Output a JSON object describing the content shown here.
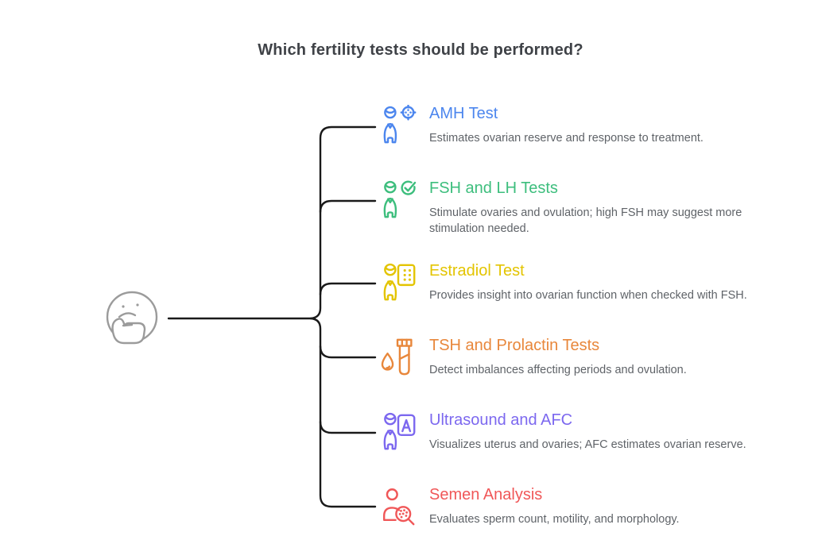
{
  "title": "Which fertility tests should be performed?",
  "root": {
    "icon": "thinking-face-icon",
    "color": "#9b9b9b"
  },
  "connector_color": "#1a1a1a",
  "items": [
    {
      "label": "AMH Test",
      "description": "Estimates ovarian reserve and response to treatment.",
      "color": "#4c86ee",
      "icon": "person-target-icon"
    },
    {
      "label": "FSH and LH Tests",
      "description": "Stimulate ovaries and ovulation; high FSH may suggest more stimulation needed.",
      "color": "#3dbe7d",
      "icon": "person-check-icon"
    },
    {
      "label": "Estradiol Test",
      "description": "Provides insight into ovarian function when checked with FSH.",
      "color": "#e3c400",
      "icon": "person-panel-dots-icon"
    },
    {
      "label": "TSH and Prolactin Tests",
      "description": "Detect imbalances affecting periods and ovulation.",
      "color": "#e8873b",
      "icon": "droplet-testtube-icon"
    },
    {
      "label": "Ultrasound and AFC",
      "description": "Visualizes uterus and ovaries; AFC estimates ovarian reserve.",
      "color": "#7c68ef",
      "icon": "person-panel-a-icon"
    },
    {
      "label": "Semen Analysis",
      "description": "Evaluates sperm count, motility, and morphology.",
      "color": "#f05758",
      "icon": "person-magnifier-icon"
    }
  ]
}
